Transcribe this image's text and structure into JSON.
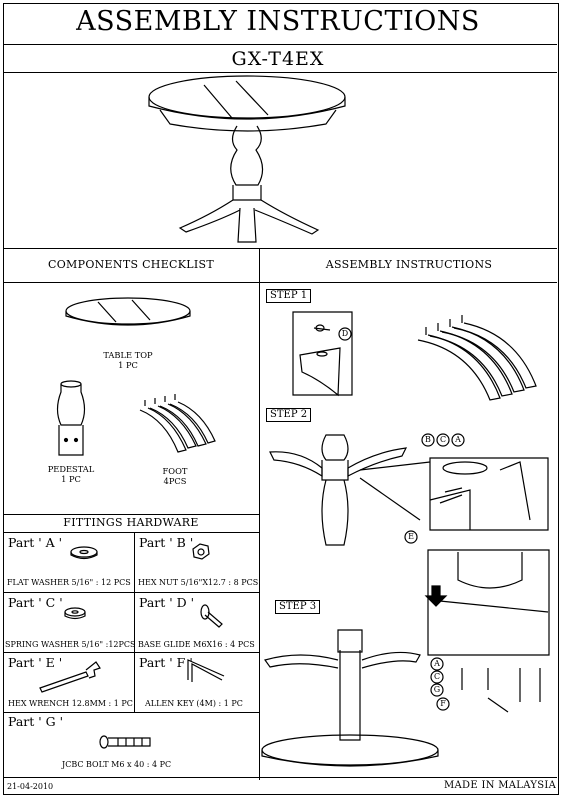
{
  "header": {
    "title": "ASSEMBLY INSTRUCTIONS",
    "model": "GX-T4EX"
  },
  "sections": {
    "components": "COMPONENTS CHECKLIST",
    "assembly": "ASSEMBLY INSTRUCTIONS",
    "fittings": "FITTINGS HARDWARE"
  },
  "components": {
    "table_top": {
      "name": "TABLE TOP",
      "qty": "1 PC"
    },
    "pedestal": {
      "name": "PEDESTAL",
      "qty": "1 PC"
    },
    "foot": {
      "name": "FOOT",
      "qty": "4PCS"
    }
  },
  "parts": [
    {
      "id": "Part ' A '",
      "desc": "FLAT WASHER 5/16\" : 12 PCS"
    },
    {
      "id": "Part ' B '",
      "desc": "HEX NUT 5/16\"X12.7 : 8 PCS"
    },
    {
      "id": "Part ' C '",
      "desc": "SPRING WASHER 5/16\" :12PCS"
    },
    {
      "id": "Part ' D '",
      "desc": "BASE GLIDE M6X16 : 4 PCS"
    },
    {
      "id": "Part ' E '",
      "desc": "HEX WRENCH 12.8MM : 1 PC"
    },
    {
      "id": "Part ' F '",
      "desc": "ALLEN KEY  (4M) : 1 PC"
    },
    {
      "id": "Part ' G '",
      "desc": "JCBC BOLT M6 x 40 : 4 PC"
    }
  ],
  "steps": [
    "STEP 1",
    "STEP 2",
    "STEP 3"
  ],
  "callouts": {
    "d": "D",
    "a": "A",
    "b": "B",
    "c": "C",
    "e": "E",
    "f": "F",
    "g": "G"
  },
  "footer": {
    "date": "21-04-2010",
    "made_in": "MADE IN MALAYSIA"
  }
}
